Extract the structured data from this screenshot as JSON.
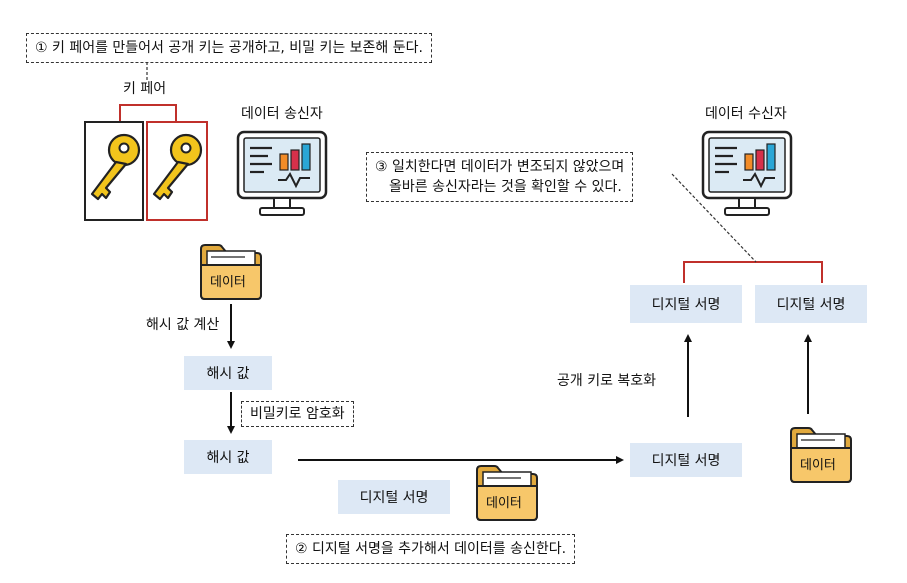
{
  "notes": {
    "step1": "① 키 페어를 만들어서 공개 키는 공개하고, 비밀 키는 보존해 둔다.",
    "step2": "② 디지털 서명을 추가해서 데이터를 송신한다.",
    "step3_line1": "③ 일치한다면 데이터가 변조되지 않았으며",
    "step3_line2": "올바른 송신자라는 것을 확인할 수 있다.",
    "encrypt": "비밀키로 암호화"
  },
  "labels": {
    "key_pair": "키 페어",
    "sender": "데이터 송신자",
    "receiver": "데이터 수신자",
    "hash_calc": "해시 값 계산",
    "hash_value_1": "해시 값",
    "hash_value_2": "해시 값",
    "sent_signature": "디지털 서명",
    "received_signature": "디지털 서명",
    "decrypted_signature_left": "디지털 서명",
    "decrypted_signature_right": "디지털 서명",
    "decrypt_with_public_key": "공개 키로 복호화",
    "folder_data_sender": "데이터",
    "folder_data_transit": "데이터",
    "folder_data_receiver": "데이터"
  },
  "colors": {
    "box_fill": "#dde8f5",
    "bracket_red": "#c0302b",
    "key_yellow": "#f2c41c",
    "folder_yellow": "#f7c76a",
    "monitor_screen": "#dbeaf4"
  }
}
